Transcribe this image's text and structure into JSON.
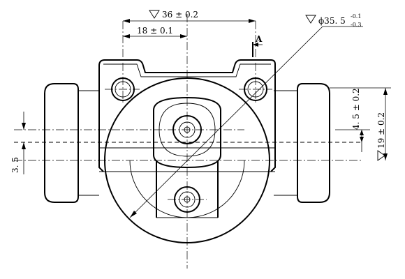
{
  "dimensions": {
    "overall_width": "36 ± 0.2",
    "half_width": "18 ± 0.1",
    "bore_diameter": "ϕ35. 5",
    "bore_tol_upper": "-0.1",
    "bore_tol_lower": "-0.3",
    "port_offset": "4. 5 ± 0.2",
    "center_height": "19 ± 0.2",
    "left_offset": "3. 5"
  },
  "section_label": "A"
}
